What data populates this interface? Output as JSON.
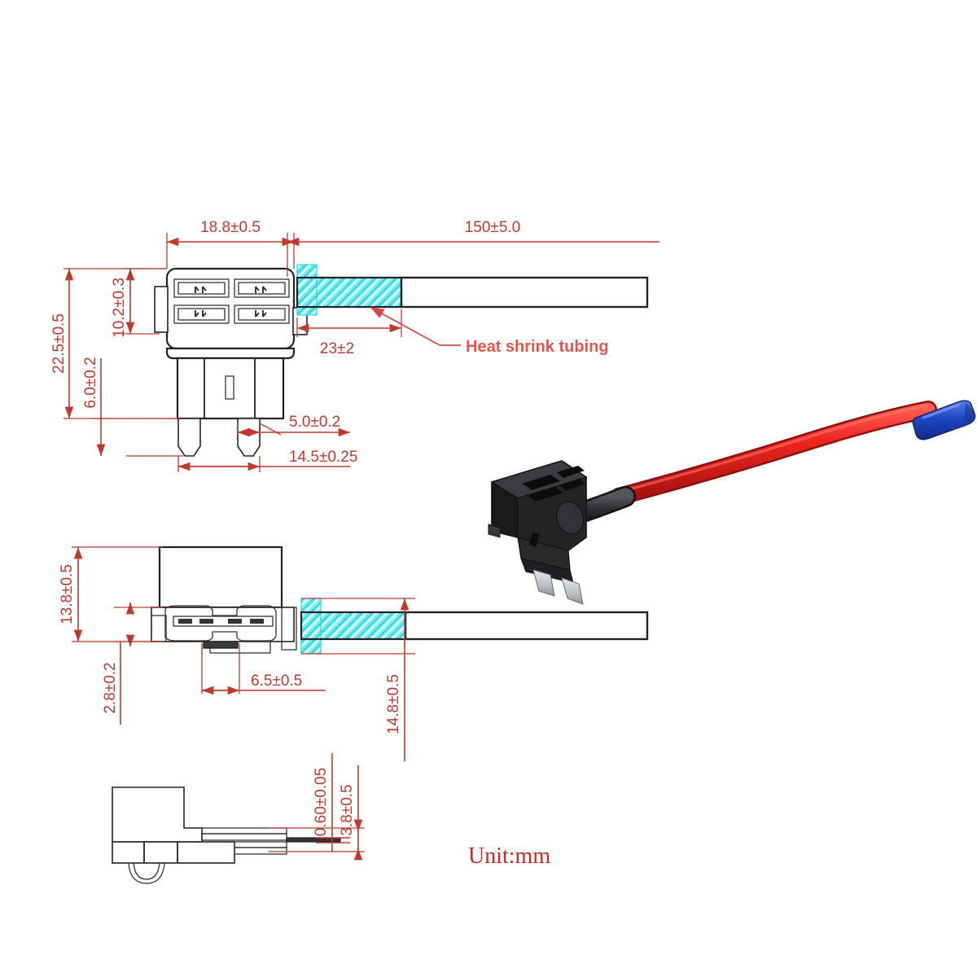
{
  "document": {
    "kind": "technical-drawing",
    "subject": "Add-a-circuit fuse tap holder with wire lead",
    "unit_note": "Unit:mm"
  },
  "annotations": {
    "heat_shrink_label": "Heat shrink tubing"
  },
  "views": {
    "top": {
      "name": "top-view",
      "dimensions": {
        "body_width": "18.8±0.5",
        "wire_total_length": "150±5.0",
        "body_height_total": "22.5±0.5",
        "blade_exposed": "6.0±0.2",
        "slot_block_height": "10.2±0.3",
        "shrink_length": "23±2",
        "blade_width": "5.0±0.2",
        "blade_pitch_outer": "14.5±0.25"
      }
    },
    "side": {
      "name": "side-view",
      "dimensions": {
        "body_depth": "13.8±0.5",
        "lip_thickness": "2.8±0.2",
        "inner_contact_gap": "6.5±0.5",
        "overall_depth": "14.8±0.5"
      }
    },
    "bottom": {
      "name": "bottom-view",
      "dimensions": {
        "blade_thickness": "0.60±0.05",
        "blade_depth": "3.8±0.5"
      }
    }
  },
  "photo": {
    "name": "product-photo",
    "description": "Black add-a-circuit fuse tap with red wire and blue insulated terminal",
    "colors": {
      "housing": "#2b2b2d",
      "wire": "#e8231f",
      "terminal": "#1e46c8",
      "blade_metal": "#c9ccd1"
    }
  },
  "colors": {
    "dimension_red": "#c0392b",
    "annotation_red": "#e8544a",
    "heat_shrink_cyan": "#2ee0e8",
    "outline_black": "#222222",
    "background": "#ffffff"
  }
}
